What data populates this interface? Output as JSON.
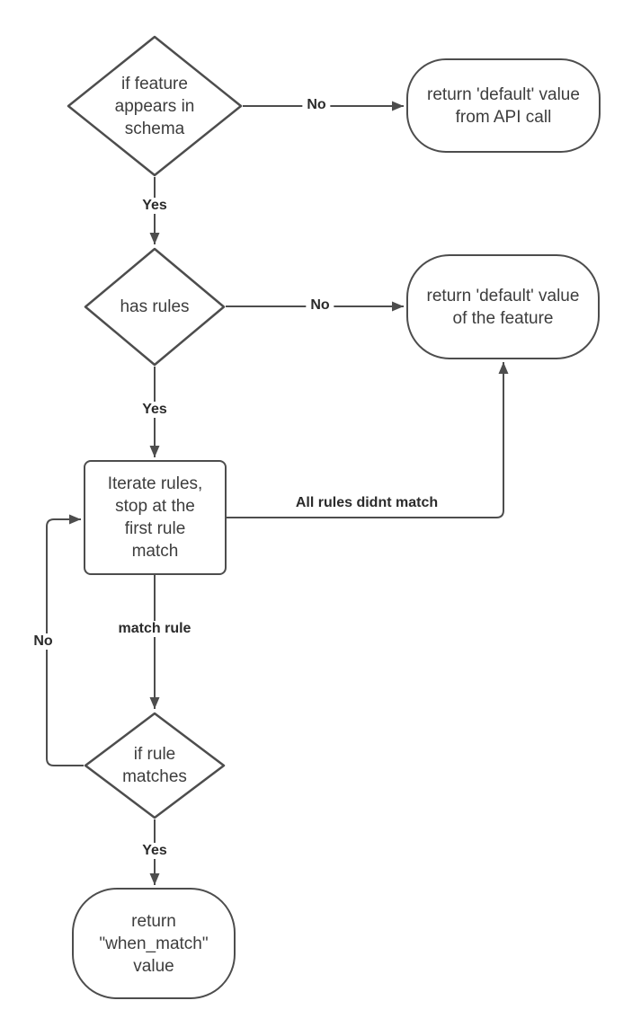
{
  "diagram": {
    "background_color": "#ffffff",
    "stroke_color": "#4d4d4d",
    "node_text_color": "#3d3d3d",
    "edge_label_color": "#2b2b2b"
  },
  "nodes": [
    {
      "id": "check-feature-in-schema",
      "type": "decision",
      "label": "if feature\nappears in\nschema"
    },
    {
      "id": "return-default-api",
      "type": "terminator",
      "label": "return 'default' value\nfrom API call"
    },
    {
      "id": "has-rules",
      "type": "decision",
      "label": "has rules"
    },
    {
      "id": "return-default-feature",
      "type": "terminator",
      "label": "return 'default' value\nof the feature"
    },
    {
      "id": "iterate-rules",
      "type": "process",
      "label": "Iterate rules,\nstop at the\nfirst rule\nmatch"
    },
    {
      "id": "if-rule-matches",
      "type": "decision",
      "label": "if rule\nmatches"
    },
    {
      "id": "return-when-match",
      "type": "terminator",
      "label": "return\n\"when_match\"\nvalue"
    }
  ],
  "edges": [
    {
      "from": "check-feature-in-schema",
      "to": "return-default-api",
      "label": "No"
    },
    {
      "from": "check-feature-in-schema",
      "to": "has-rules",
      "label": "Yes"
    },
    {
      "from": "has-rules",
      "to": "return-default-feature",
      "label": "No"
    },
    {
      "from": "has-rules",
      "to": "iterate-rules",
      "label": "Yes"
    },
    {
      "from": "iterate-rules",
      "to": "return-default-feature",
      "label": "All rules didnt match"
    },
    {
      "from": "iterate-rules",
      "to": "if-rule-matches",
      "label": "match rule"
    },
    {
      "from": "if-rule-matches",
      "to": "iterate-rules",
      "label": "No"
    },
    {
      "from": "if-rule-matches",
      "to": "return-when-match",
      "label": "Yes"
    }
  ]
}
